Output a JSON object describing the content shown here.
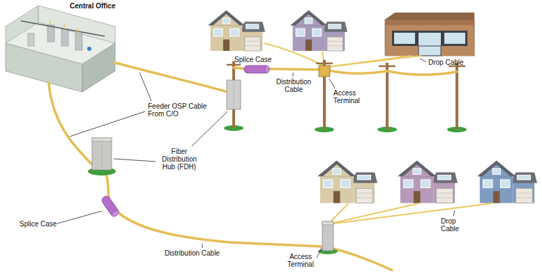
{
  "diagram": {
    "labels": [
      "Central Office",
      "Splice Case",
      "Distribution Cable",
      "Access Terminal",
      "Drop Cable",
      "Feeder OSP Cable From C/O",
      "Fiber Distribution Hub (FDH)",
      "Splice Case",
      "Distribution Cable",
      "Access Terminal",
      "Drop Cable"
    ]
  }
}
